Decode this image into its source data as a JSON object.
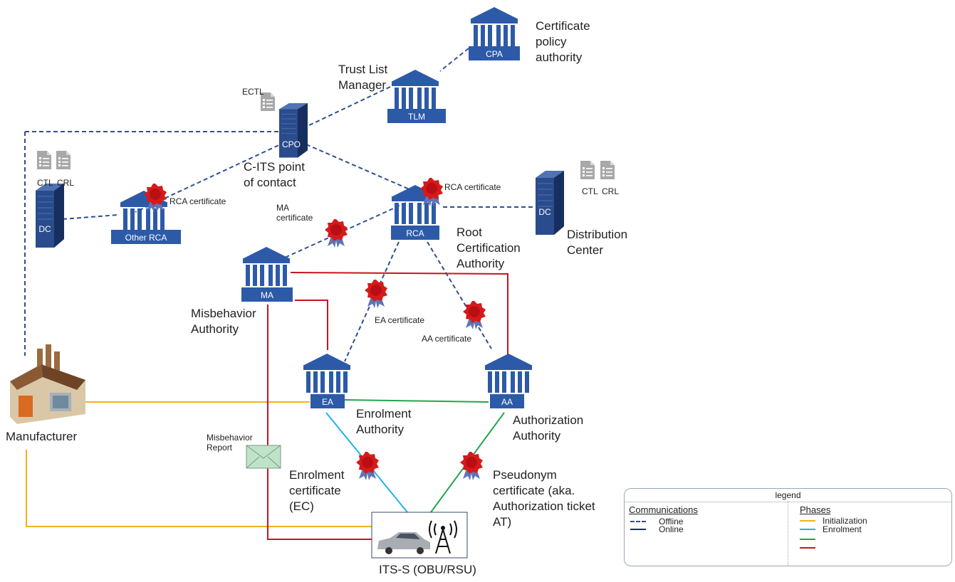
{
  "nodes": {
    "cpa": {
      "label": "CPA",
      "name": "Certificate\npolicy\nauthority"
    },
    "tlm": {
      "label": "TLM",
      "name": "Trust List\nManager"
    },
    "cpo": {
      "label": "CPO",
      "name": "C-ITS point\nof contact",
      "doc": "ECTL"
    },
    "other_rca": {
      "label": "Other RCA"
    },
    "dc_left": {
      "label": "DC",
      "docs": [
        "CTL",
        "CRL"
      ]
    },
    "rca": {
      "label": "RCA",
      "name": "Root\nCertification\nAuthority"
    },
    "dc_right": {
      "label": "DC",
      "name": "Distribution\nCenter",
      "docs": [
        "CTL",
        "CRL"
      ]
    },
    "ma": {
      "label": "MA",
      "name": "Misbehavior\nAuthority"
    },
    "ea": {
      "label": "EA",
      "name": "Enrolment\nAuthority"
    },
    "aa": {
      "label": "AA",
      "name": "Authorization\nAuthority"
    },
    "manufacturer": {
      "name": "Manufacturer"
    },
    "its": {
      "name": "ITS-S (OBU/RSU)"
    }
  },
  "certificates": {
    "rca_other": "RCA certificate",
    "rca": "RCA certificate",
    "ma": "MA\ncertificate",
    "ea": "EA certificate",
    "aa": "AA certificate",
    "enrolment": "Enrolment\ncertificate\n(EC)",
    "pseudonym": "Pseudonym\ncertificate (aka.\nAuthorization ticket\nAT)"
  },
  "misbehavior_report": "Misbehavior\nReport",
  "legend": {
    "title": "legend",
    "communications_heading": "Communications",
    "offline": "Offline",
    "online": "Online",
    "phases_heading": "Phases",
    "initialization": "Initialization",
    "enrolment": "Enrolment"
  },
  "colors": {
    "offline_line": "#2f4f8f",
    "online_line": "#1f2f55",
    "initialization": "#f2b21b",
    "enrolment": "#1fb4e6",
    "authorization": "#21a64b",
    "misbehavior": "#c8141b",
    "building": "#2d5aa8",
    "server": "#2b4c8c",
    "seal": "#d61a1a"
  }
}
